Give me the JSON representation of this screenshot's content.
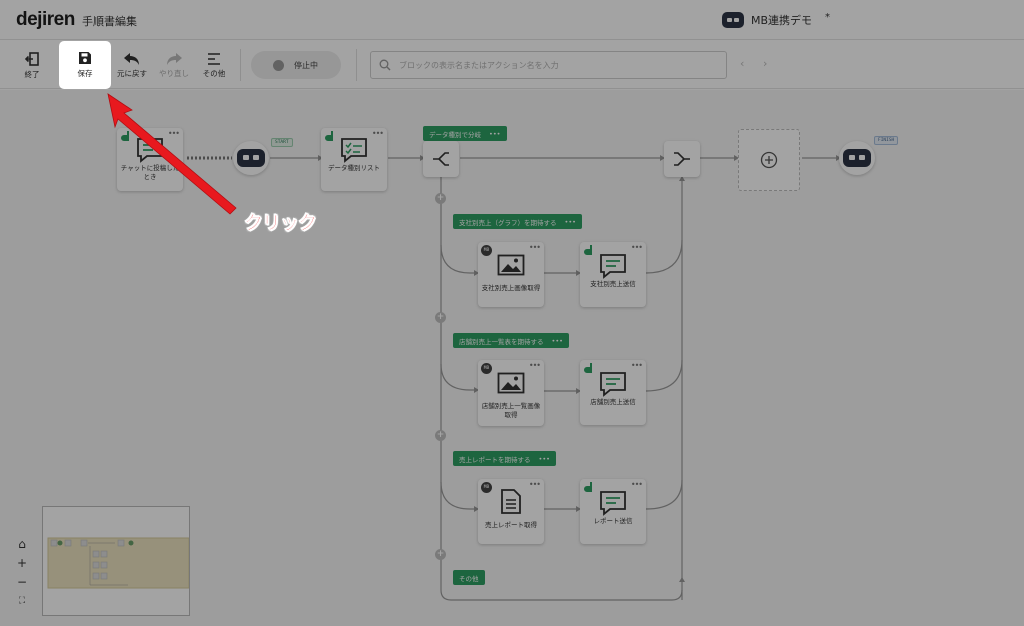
{
  "app": {
    "logo": "dejiren",
    "title": "手順書編集",
    "bot_name": "MB連携デモ",
    "star": "*"
  },
  "toolbar": {
    "exit": "終了",
    "save": "保存",
    "undo": "元に戻す",
    "redo": "やり直し",
    "more": "その他",
    "status": "停止中",
    "search_placeholder": "ブロックの表示名またはアクション名を入力",
    "prev": "‹",
    "next": "›"
  },
  "flow": {
    "trigger": "チャットに投稿したとき",
    "start_tag": "START",
    "finish_tag": "FINISH",
    "list_node": "データ種別リスト",
    "branch_label": "データ種別で分岐",
    "branches": [
      {
        "label": "支社別売上（グラフ）を期待する",
        "get": "支社別売上画像取得",
        "send": "支社別売上送信"
      },
      {
        "label": "店舗別売上一覧表を期待する",
        "get": "店舗別売上一覧画像取得",
        "send": "店舗別売上送信"
      },
      {
        "label": "売上レポートを期待する",
        "get": "売上レポート取得",
        "send": "レポート送信"
      }
    ],
    "else_label": "その他",
    "mb_badge": "MB",
    "menu_dots": "•••"
  },
  "zoom": {
    "home": "⌂",
    "in": "+",
    "out": "−",
    "fit": "⛶"
  },
  "annotation": {
    "text": "クリック",
    "color": "#e8191e"
  },
  "colors": {
    "green": "#2e9e63",
    "bot": "#2c3446"
  }
}
